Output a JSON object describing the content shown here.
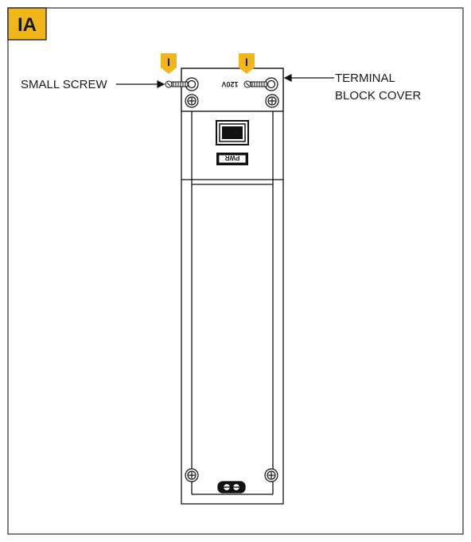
{
  "figure": {
    "badge_label": "IA",
    "accent_color": "#f2b51a",
    "callout_labels": {
      "left_screw_marker": "I",
      "right_screw_marker": "I"
    },
    "annotations": {
      "small_screw": "SMALL SCREW",
      "terminal_block_cover_line1": "TERMINAL",
      "terminal_block_cover_line2": "BLOCK COVER"
    },
    "device": {
      "voltage_label": "120V",
      "power_switch_mark": "I  O",
      "plate_label": "PWR"
    }
  }
}
